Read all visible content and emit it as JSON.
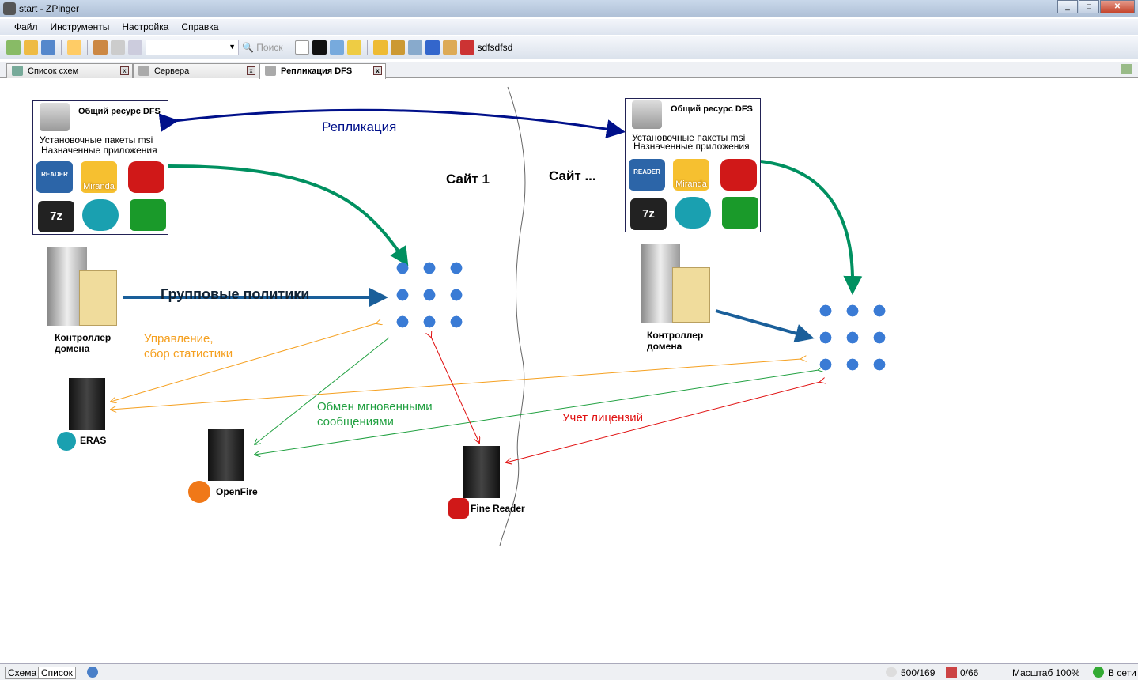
{
  "window": {
    "title": "start - ZPinger"
  },
  "menu": [
    "Файл",
    "Инструменты",
    "Настройка",
    "Справка"
  ],
  "toolbar": {
    "search_label": "Поиск",
    "combo_value": "",
    "extra_label": "sdfsdfsd"
  },
  "tabs": [
    {
      "label": "Список схем"
    },
    {
      "label": "Сервера"
    },
    {
      "label": "Репликация DFS",
      "active": true
    }
  ],
  "diagram": {
    "share_title": "Общий ресурс DFS",
    "share_line1": "Установочные пакеты msi",
    "share_line2": "Назначенные приложения",
    "replication": "Репликация",
    "site1": "Сайт 1",
    "site2": "Сайт ...",
    "group_policies": "Групповые политики",
    "dc_label1": "Контроллер",
    "dc_label2": "домена",
    "management1": "Управление,",
    "management2": "сбор статистики",
    "im1": "Обмен мгновенными",
    "im2": "сообщениями",
    "license": "Учет лицензий",
    "eras": "ERAS",
    "openfire": "OpenFire",
    "finereader": "Fine Reader",
    "apps": [
      "READER",
      "Miranda",
      "",
      "7z",
      "",
      ""
    ],
    "colors": {
      "replication": "#00108a",
      "policy": "#1a5f9a",
      "green": "#009060",
      "orange": "#f5a020",
      "im": "#20a040",
      "license": "#e01010"
    }
  },
  "status": {
    "tab1": "Схема",
    "tab2": "Список",
    "mouse": "500/169",
    "nodes": "0/66",
    "zoom": "Масштаб 100%",
    "online": "В сети"
  }
}
